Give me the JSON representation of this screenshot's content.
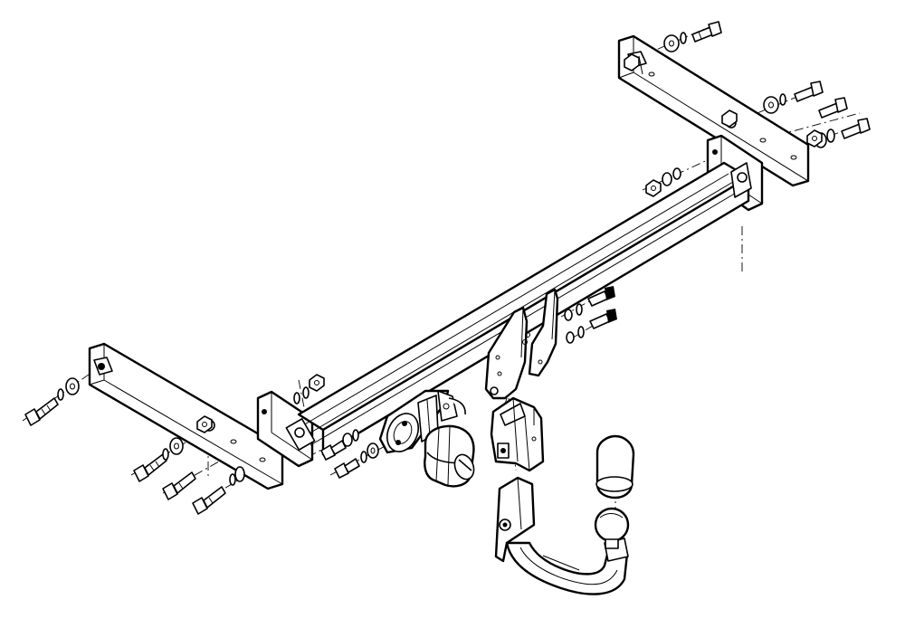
{
  "diagram": {
    "kind": "exploded-assembly-line-drawing",
    "subject": "tow-bar-assembly",
    "colors": {
      "line": "#000000",
      "background": "#ffffff",
      "shade": "#d8d8d8"
    },
    "parts": [
      "left-side-bracket",
      "right-side-bracket",
      "cross-beam",
      "socket-plate",
      "electrical-socket",
      "ball-mount-holder",
      "tow-ball-neck",
      "tow-ball-cap",
      "bolts",
      "washers",
      "nuts"
    ]
  }
}
